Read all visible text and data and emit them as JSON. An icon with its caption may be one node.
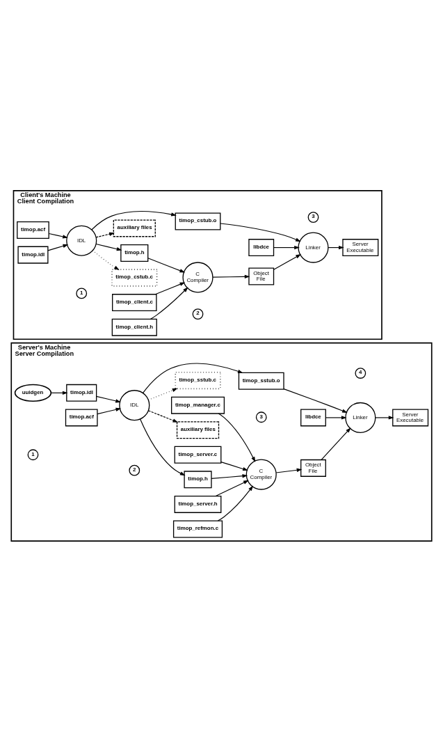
{
  "diagram": {
    "nodes": [
      {
        "text": [
          "Server's Machine",
          "Server Compilation"
        ]
      },
      {
        "text": [
          "uuidgen"
        ],
        "in": 0
      },
      {
        "text": [
          "1"
        ],
        "in": 0
      },
      {
        "text": [
          "timop.acf"
        ],
        "in": 0
      },
      {
        "text": [
          "timop.idl"
        ],
        "in": 0
      },
      {
        "text": [
          "auxiliary files"
        ],
        "in": 0
      },
      {
        "text": [
          "2"
        ],
        "in": 0
      },
      {
        "text": [
          "IDL"
        ],
        "in": 0
      },
      {
        "text": [
          "timop_sstub.o"
        ],
        "in": 0
      },
      {
        "text": [
          "libdce"
        ],
        "in": 0
      },
      {
        "text": [
          "timop_sstub.c"
        ],
        "in": 0
      },
      {
        "text": [
          "Linker"
        ],
        "in": 0
      },
      {
        "text": [
          "timop.h"
        ],
        "in": 0
      },
      {
        "text": [
          "4"
        ],
        "in": 0
      },
      {
        "text": [
          "Server Executable"
        ],
        "in": 0
      },
      {
        "text": [
          "timop_refmon.c"
        ],
        "in": 0
      },
      {
        "text": [
          "C Compiler"
        ],
        "in": 0
      },
      {
        "text": [
          "timop_manager.c"
        ],
        "in": 0
      },
      {
        "text": [
          "timop_server.c"
        ],
        "in": 0
      },
      {
        "text": [
          "3"
        ],
        "in": 0
      },
      {
        "text": [
          "Object File"
        ],
        "in": 0
      },
      {
        "text": [
          "timop_server.h"
        ],
        "in": 0
      },
      {
        "text": [
          "Client's Machine",
          "Client Compilation"
        ]
      },
      {
        "text": [
          "timop.acf"
        ],
        "in": 22
      },
      {
        "text": [
          "timop.idl"
        ],
        "in": 22
      },
      {
        "text": [
          "auxiliary files"
        ],
        "in": 22
      },
      {
        "text": [
          "libdce"
        ],
        "in": 22
      },
      {
        "text": [
          "1"
        ],
        "in": 22
      },
      {
        "text": [
          "IDL"
        ],
        "in": 22
      },
      {
        "text": [
          "timop_cstub.o"
        ],
        "in": 22
      },
      {
        "text": [
          "Linker"
        ],
        "in": 22
      },
      {
        "text": [
          "timop_cstub.c"
        ],
        "in": 22
      },
      {
        "text": [
          "timop.h"
        ],
        "in": 22
      },
      {
        "text": [
          "Server Executable"
        ],
        "in": 22
      },
      {
        "text": [
          "3"
        ],
        "in": 22
      },
      {
        "text": [
          "timop_client.c"
        ],
        "in": 22
      },
      {
        "text": [
          "C Compiler"
        ],
        "in": 22
      },
      {
        "text": [
          "timop_client.h"
        ],
        "in": 22
      },
      {
        "text": [
          "2"
        ],
        "in": 22
      },
      {
        "text": [
          "Object File"
        ],
        "in": 22
      }
    ],
    "edges": [
      {
        "from": 1,
        "to": 4,
        "arrow": "to"
      },
      {
        "from": 3,
        "to": 7,
        "arrow": "to"
      },
      {
        "from": 4,
        "to": 7,
        "arrow": "to"
      },
      {
        "from": 7,
        "to": 5,
        "arrow": "to",
        "style": "dashed"
      },
      {
        "from": 7,
        "to": 8,
        "arrow": "to"
      },
      {
        "from": 7,
        "to": 10,
        "arrow": "to",
        "style": "dashed"
      },
      {
        "from": 7,
        "to": 12,
        "arrow": "to"
      },
      {
        "from": 8,
        "to": 11,
        "arrow": "to"
      },
      {
        "from": 9,
        "to": 11,
        "arrow": "to"
      },
      {
        "from": 11,
        "to": 14,
        "arrow": "to"
      },
      {
        "from": 12,
        "to": 16,
        "arrow": "to"
      },
      {
        "from": 15,
        "to": 16,
        "arrow": "to"
      },
      {
        "from": 17,
        "to": 16,
        "arrow": "to"
      },
      {
        "from": 18,
        "to": 16,
        "arrow": "to"
      },
      {
        "from": 21,
        "to": 16,
        "arrow": "to"
      },
      {
        "from": 16,
        "to": 20,
        "arrow": "to"
      },
      {
        "from": 20,
        "to": 11,
        "arrow": "to"
      },
      {
        "from": 23,
        "to": 28,
        "arrow": "to"
      },
      {
        "from": 24,
        "to": 28,
        "arrow": "to"
      },
      {
        "from": 28,
        "to": 25,
        "arrow": "to",
        "style": "dashed"
      },
      {
        "from": 28,
        "to": 29,
        "arrow": "to"
      },
      {
        "from": 28,
        "to": 31,
        "arrow": "to",
        "style": "dashed"
      },
      {
        "from": 28,
        "to": 32,
        "arrow": "to"
      },
      {
        "from": 29,
        "to": 30,
        "arrow": "to"
      },
      {
        "from": 26,
        "to": 30,
        "arrow": "to"
      },
      {
        "from": 30,
        "to": 33,
        "arrow": "to"
      },
      {
        "from": 32,
        "to": 36,
        "arrow": "to"
      },
      {
        "from": 35,
        "to": 36,
        "arrow": "to"
      },
      {
        "from": 37,
        "to": 36,
        "arrow": "to"
      },
      {
        "from": 36,
        "to": 39,
        "arrow": "to"
      },
      {
        "from": 39,
        "to": 30,
        "arrow": "to"
      }
    ]
  }
}
